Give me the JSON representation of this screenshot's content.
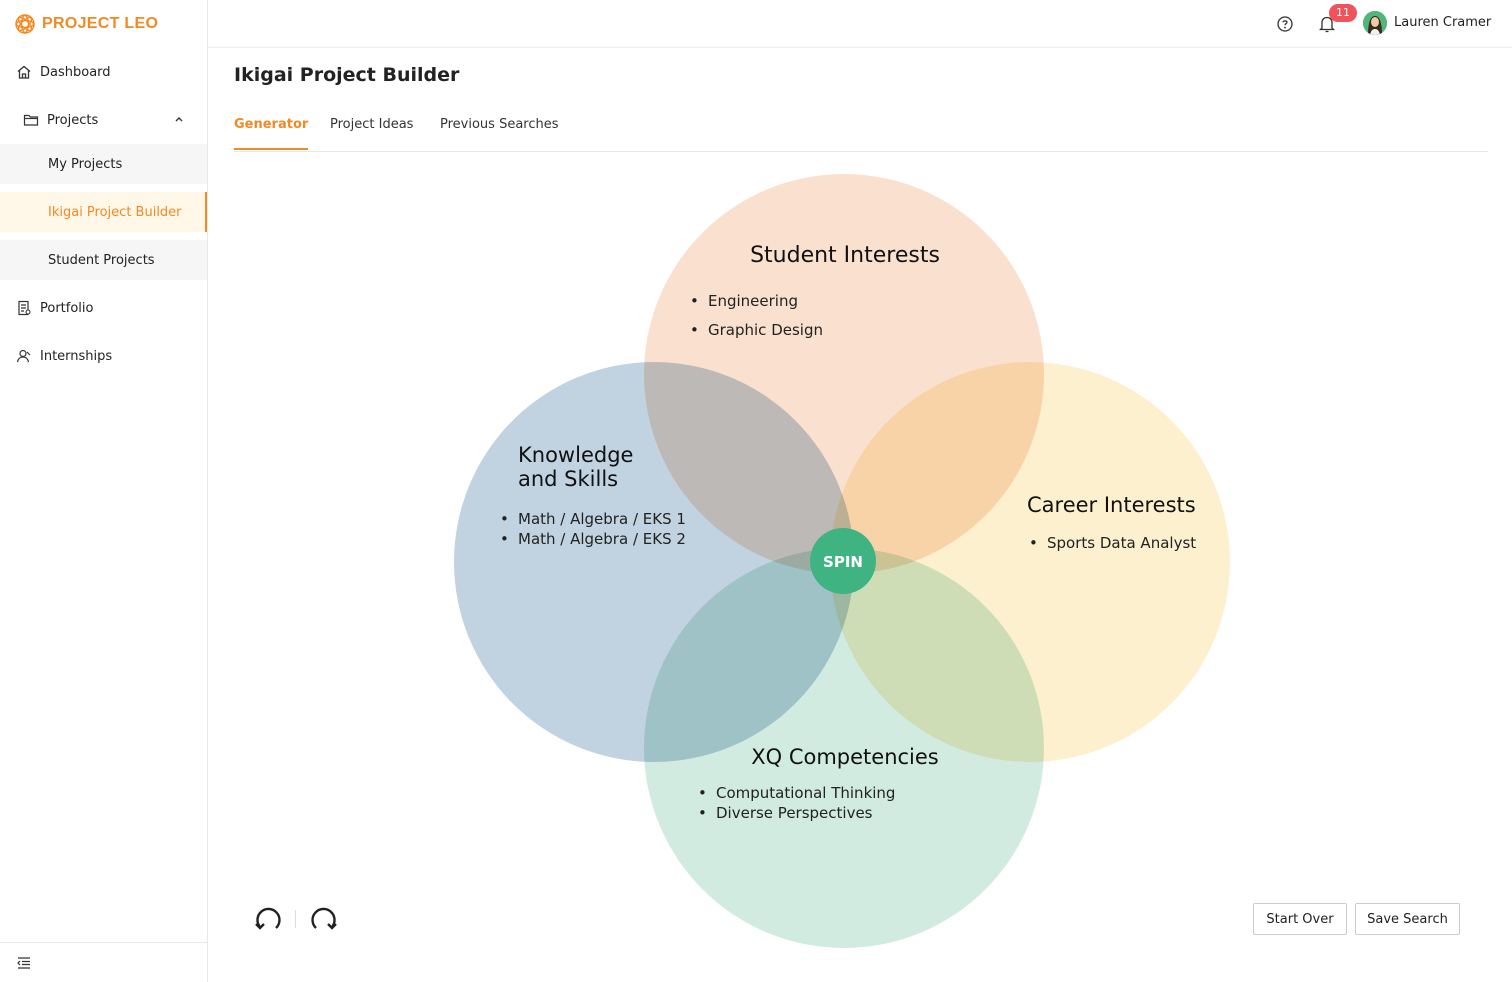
{
  "brand": {
    "name": "PROJECT LEO",
    "accent": "#f08a24"
  },
  "sidebar": {
    "items": [
      {
        "label": "Dashboard",
        "icon": "home-icon"
      },
      {
        "label": "Projects",
        "icon": "folder-icon",
        "expanded": true,
        "children": [
          {
            "label": "My Projects",
            "active": false
          },
          {
            "label": "Ikigai Project Builder",
            "active": true
          },
          {
            "label": "Student Projects",
            "active": false
          }
        ]
      },
      {
        "label": "Portfolio",
        "icon": "portfolio-icon"
      },
      {
        "label": "Internships",
        "icon": "internships-icon"
      }
    ]
  },
  "header": {
    "notifications_count": "11",
    "user_name": "Lauren Cramer"
  },
  "page": {
    "title": "Ikigai Project Builder",
    "tabs": [
      {
        "label": "Generator",
        "active": true
      },
      {
        "label": "Project Ideas",
        "active": false
      },
      {
        "label": "Previous Searches",
        "active": false
      }
    ]
  },
  "venn": {
    "student_interests": {
      "title": "Student Interests",
      "items": [
        "Engineering",
        "Graphic Design"
      ],
      "color": "#fadfcc"
    },
    "knowledge_skills": {
      "title_line1": "Knowledge",
      "title_line2": "and Skills",
      "items": [
        "Math / Algebra / EKS 1",
        "Math / Algebra / EKS 2"
      ],
      "color": "#b6cbdc"
    },
    "career_interests": {
      "title": "Career Interests",
      "items": [
        "Sports Data Analyst"
      ],
      "color": "#fcf0cc"
    },
    "xq_competencies": {
      "title": "XQ Competencies",
      "items": [
        "Computational Thinking",
        "Diverse Perspectives"
      ],
      "color": "#cfeae0"
    },
    "spin_label": "SPIN",
    "spin_color": "#3fb382"
  },
  "actions": {
    "start_over": "Start Over",
    "save_search": "Save Search"
  }
}
